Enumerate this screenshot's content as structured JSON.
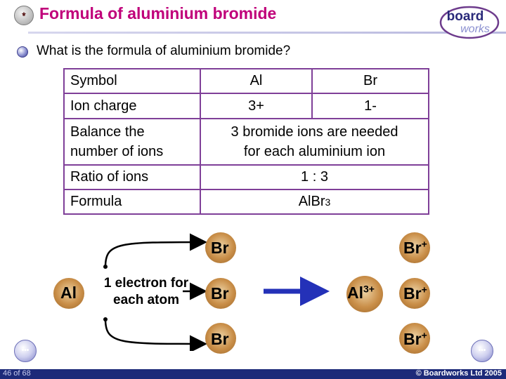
{
  "header": {
    "title": "Formula of aluminium bromide",
    "logo_line1": "board",
    "logo_line2": "works"
  },
  "question": "What is the formula of aluminium bromide?",
  "table": {
    "symbol_label": "Symbol",
    "symbol_al": "Al",
    "symbol_br": "Br",
    "charge_label": "Ion charge",
    "charge_al": "3+",
    "charge_br": "1-",
    "balance_label_1": "Balance the",
    "balance_label_2": "number of ions",
    "balance_text_1": "3 bromide ions are needed",
    "balance_text_2": "for each aluminium ion",
    "ratio_label": "Ratio of ions",
    "ratio_value": "1 : 3",
    "formula_label": "Formula",
    "formula_main": "AlBr",
    "formula_sub": "3"
  },
  "diagram": {
    "al_atom": "Al",
    "br_atom": "Br",
    "electron_note_1": "1 electron for",
    "electron_note_2": "each atom",
    "al_ion": "Al",
    "al_ion_charge": "3+",
    "br_ion": "Br",
    "br_ion_charge": "+"
  },
  "colors": {
    "title": "#c0007a",
    "table_border": "#7f3f98",
    "footer": "#1d2a79",
    "arrow": "#2431b8"
  },
  "footer": {
    "slide_number": "46 of 68",
    "copyright": "© Boardworks Ltd 2005",
    "prev_glyph": "•••",
    "next_glyph": "•••"
  }
}
